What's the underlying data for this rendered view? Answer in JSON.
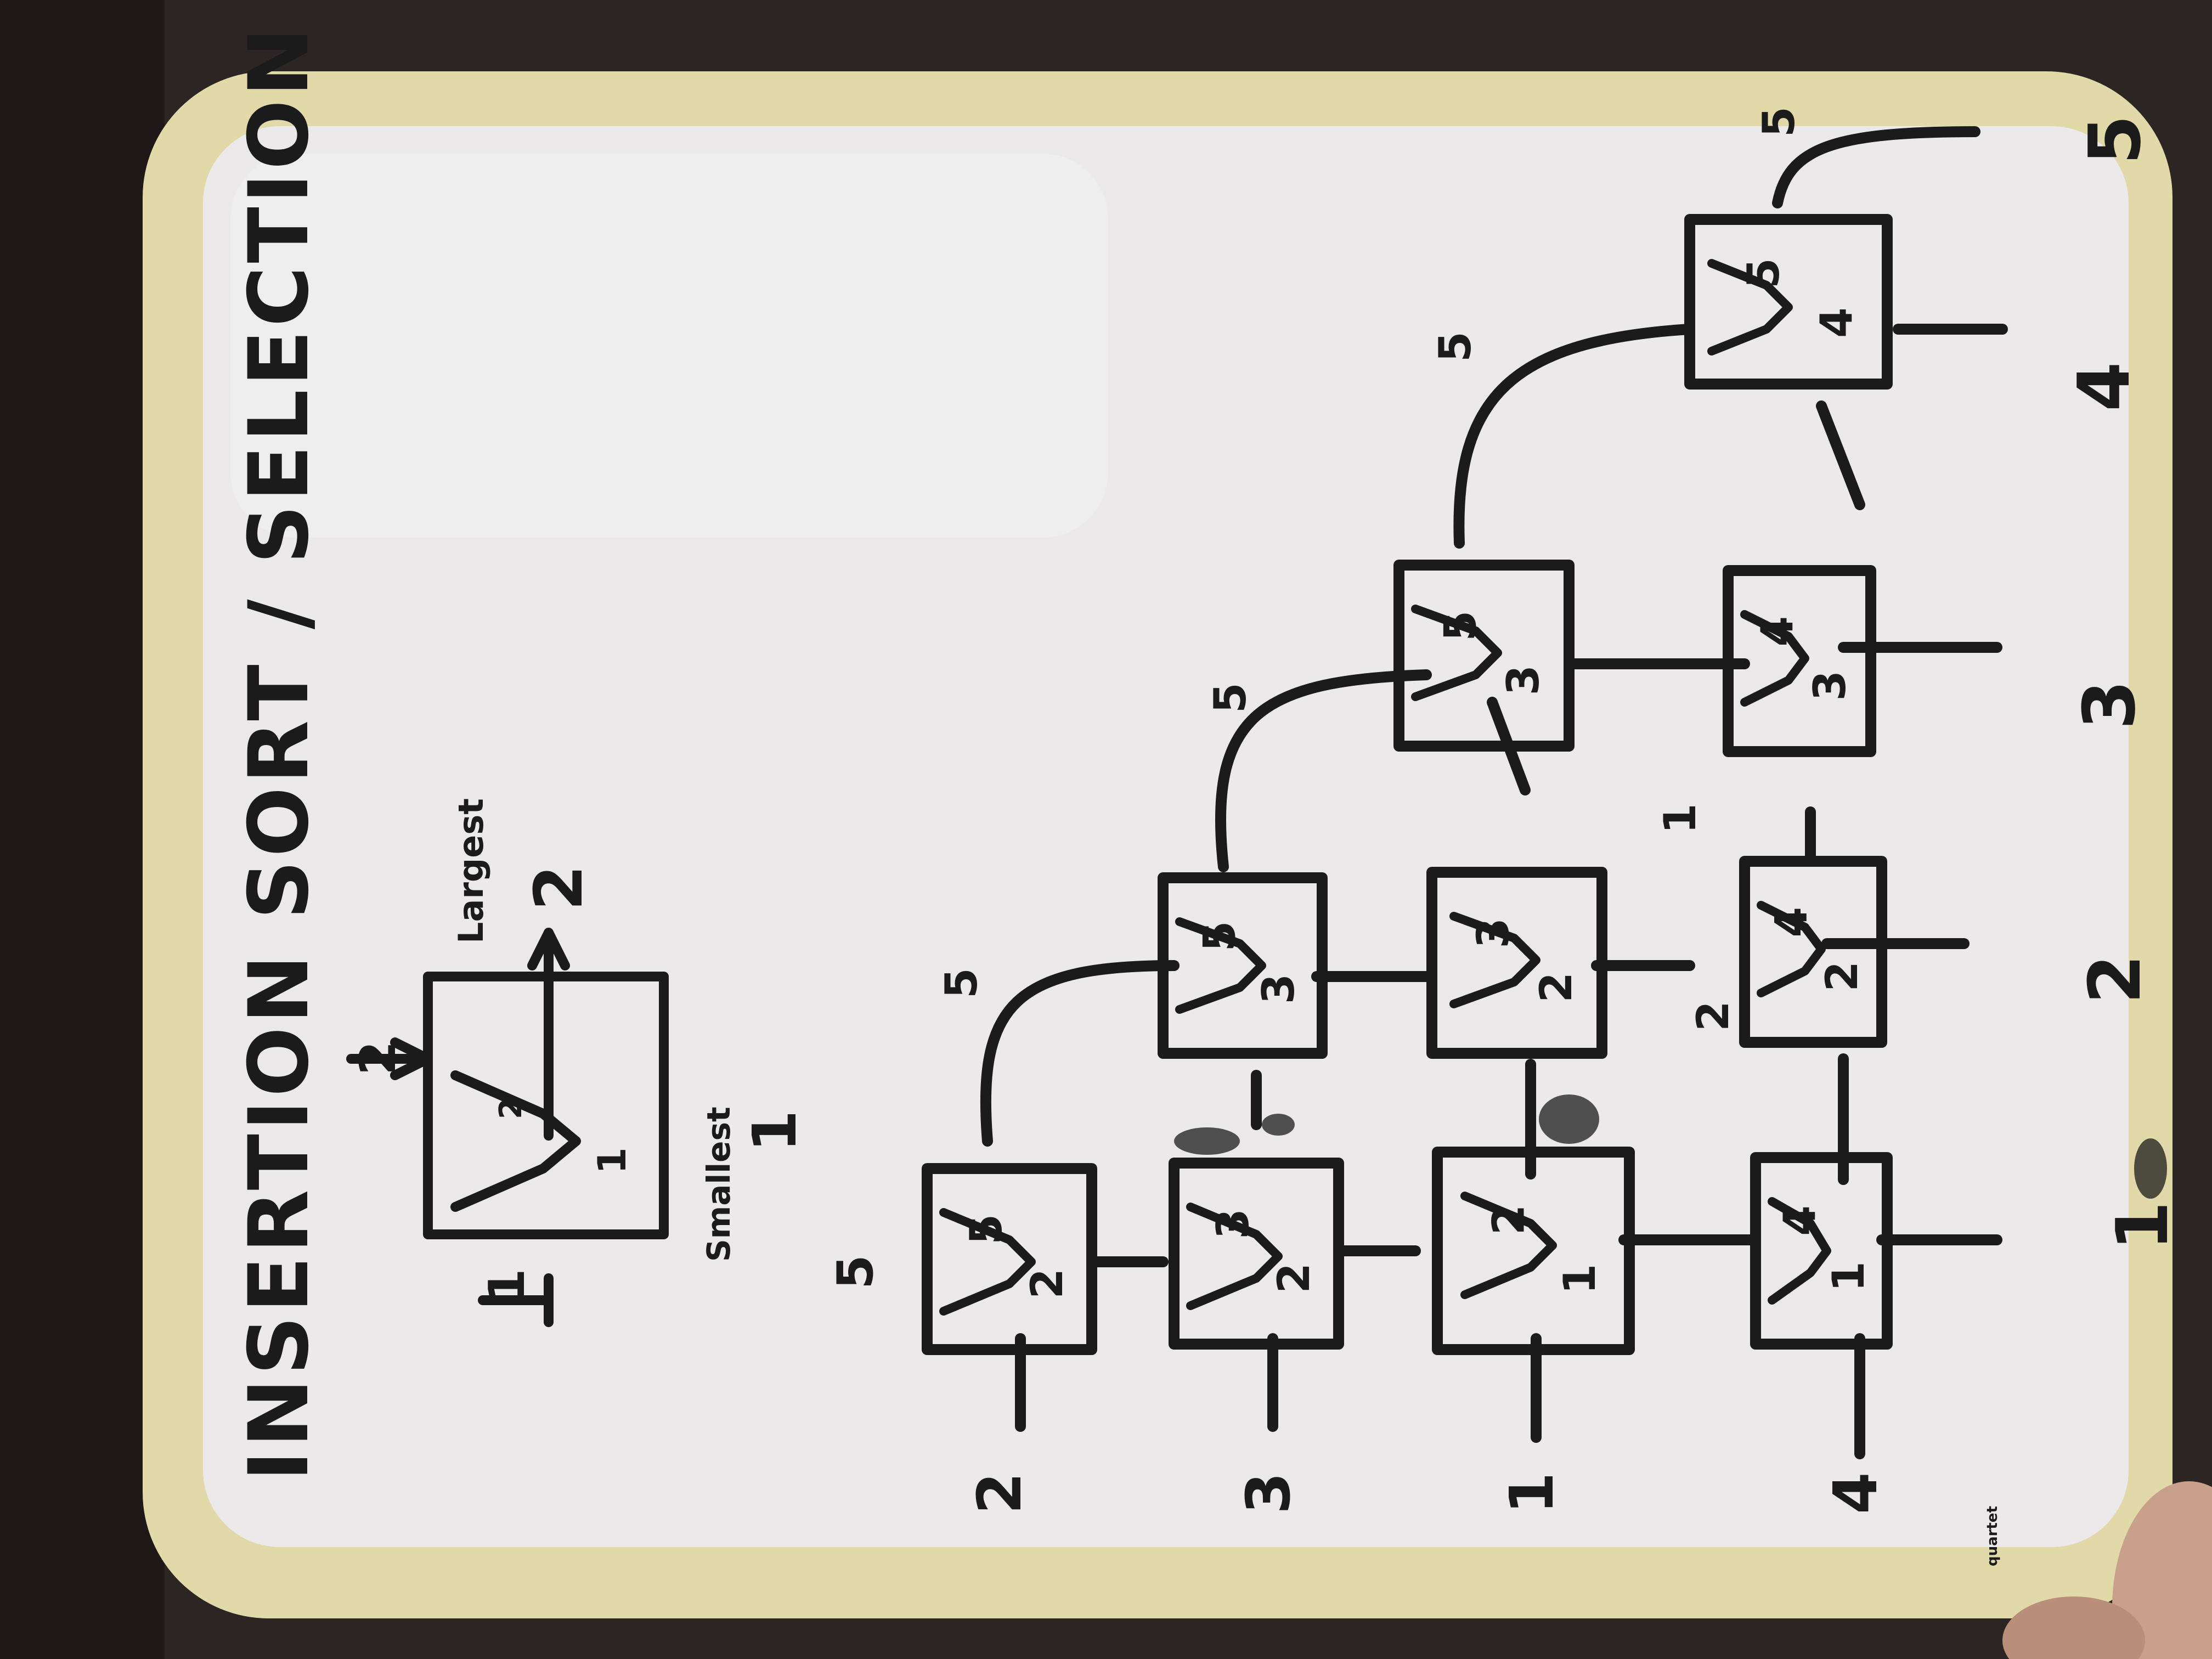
{
  "board": {
    "title": "INSERTION SORT / SELECTION SORT",
    "brand": "quartet",
    "colors": {
      "board": "#ebe9ea",
      "frame": "#e2d9a8",
      "ink": "#1b1b1b",
      "background": "#2b2523"
    }
  },
  "legend": {
    "input_top": "2",
    "input_left": "1",
    "label_largest": "Largest",
    "out_largest": "2",
    "label_smallest": "Smallest",
    "out_smallest": "1",
    "cell_top": "2",
    "cell_bottom": "1"
  },
  "network": {
    "inputs": [
      "2",
      "3",
      "1",
      "4"
    ],
    "outputs": [
      "1",
      "2",
      "3",
      "4",
      "5"
    ],
    "top_input": "5",
    "cells": [
      {
        "top": "5",
        "bottom": "2"
      },
      {
        "top": "3",
        "bottom": "2"
      },
      {
        "top": "2",
        "bottom": "1"
      },
      {
        "top": "4",
        "bottom": "1"
      },
      {
        "top": "5",
        "bottom": "3"
      },
      {
        "top": "3",
        "bottom": "2"
      },
      {
        "top": "4",
        "bottom": "2"
      },
      {
        "top": "5",
        "bottom": "3"
      },
      {
        "top": "4",
        "bottom": "3"
      },
      {
        "top": "5",
        "bottom": "4"
      }
    ],
    "wire_labels": [
      "5",
      "5",
      "5",
      "5",
      "2",
      "1"
    ]
  }
}
